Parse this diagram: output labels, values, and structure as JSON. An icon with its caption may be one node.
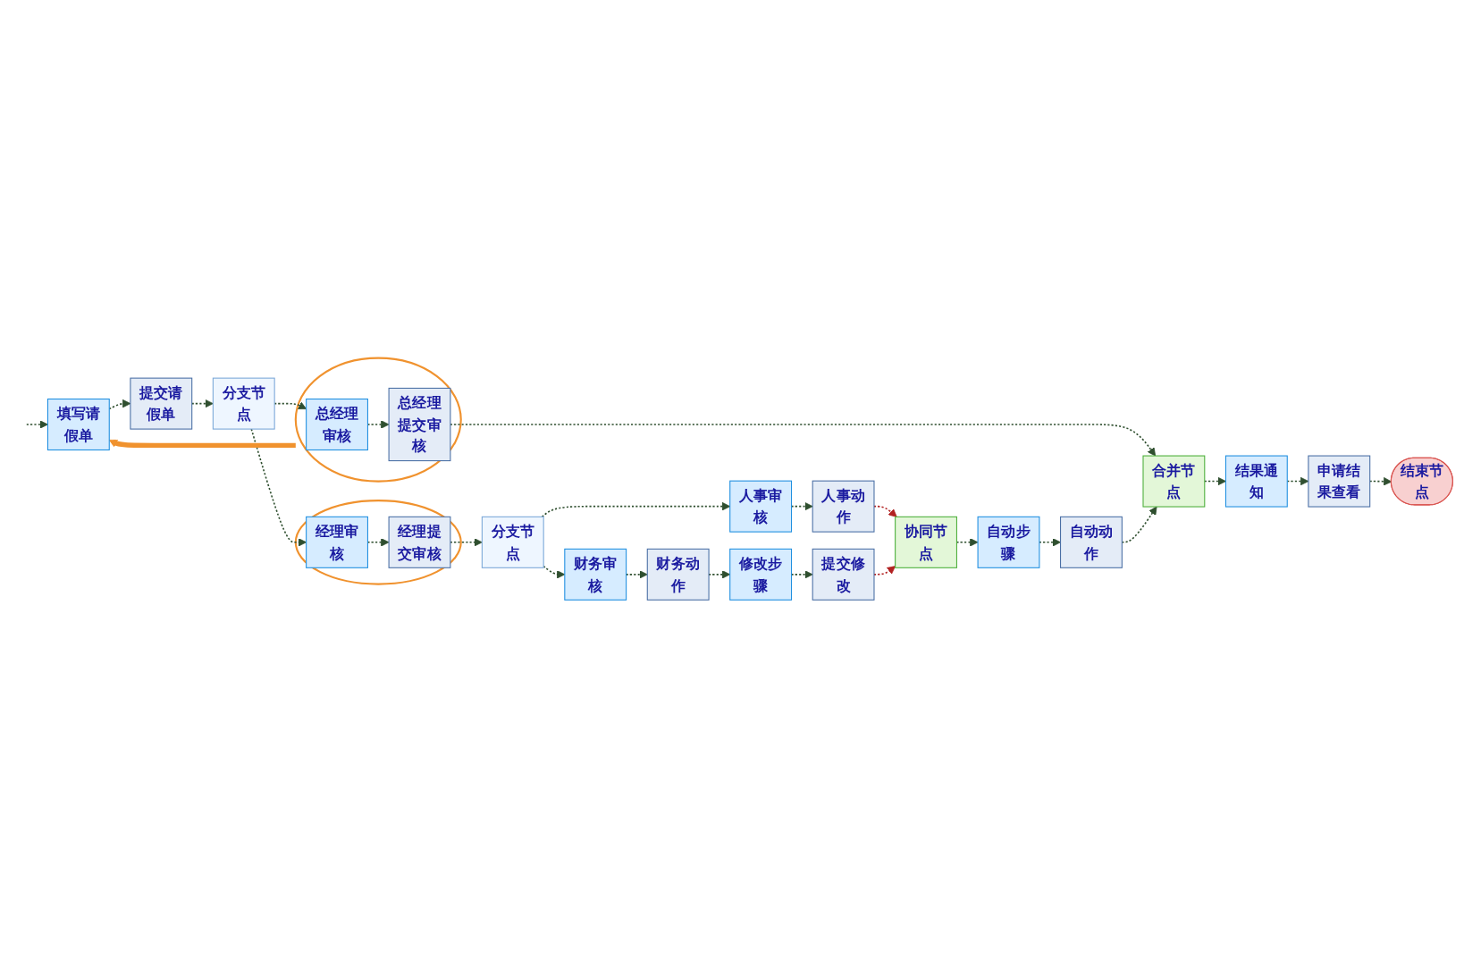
{
  "diagram": {
    "nodes": [
      {
        "text": [
          "填写请假单"
        ]
      },
      {
        "text": [
          "提交请假单"
        ]
      },
      {
        "text": [
          "分支节点"
        ]
      },
      {
        "text": [],
        "shape": "ellipse"
      },
      {
        "text": [
          "总经理审核"
        ],
        "in": 3
      },
      {
        "text": [
          "总经理提交审核"
        ],
        "in": 3
      },
      {
        "text": [
          "合并节点"
        ]
      },
      {
        "text": [],
        "shape": "ellipse"
      },
      {
        "text": [
          "经理审核"
        ],
        "in": 7
      },
      {
        "text": [
          "经理提交审核"
        ],
        "in": 7
      },
      {
        "text": [
          "分支节点"
        ]
      },
      {
        "text": [
          "人事审核"
        ]
      },
      {
        "text": [
          "人事动作"
        ]
      },
      {
        "text": [
          "自动动作"
        ]
      },
      {
        "text": [
          "协同节点"
        ]
      },
      {
        "text": [
          "自动步骤"
        ]
      },
      {
        "text": [
          "结果通知"
        ]
      },
      {
        "text": [
          "财务审核"
        ]
      },
      {
        "text": [
          "财务动作"
        ]
      },
      {
        "text": [
          "修改步骤"
        ]
      },
      {
        "text": [
          "提交修改"
        ]
      },
      {
        "text": [
          "申请结果查看"
        ]
      },
      {
        "text": [
          "结束节点"
        ]
      }
    ],
    "edges": [
      {
        "from": null,
        "to": 0,
        "arrow": "to",
        "style": "dashed"
      },
      {
        "from": 0,
        "to": 1,
        "arrow": "to",
        "style": "dashed"
      },
      {
        "from": 1,
        "to": 2,
        "arrow": "to",
        "style": "dashed"
      },
      {
        "from": 2,
        "to": 4,
        "arrow": "to",
        "style": "dashed"
      },
      {
        "from": 4,
        "to": 5,
        "arrow": "to",
        "style": "dashed"
      },
      {
        "from": 5,
        "to": 6,
        "arrow": "to",
        "style": "dashed"
      },
      {
        "from": 2,
        "to": 8,
        "arrow": "to",
        "style": "dashed"
      },
      {
        "from": 8,
        "to": 9,
        "arrow": "to",
        "style": "dashed"
      },
      {
        "from": 9,
        "to": 10,
        "arrow": "to",
        "style": "dashed"
      },
      {
        "from": 10,
        "to": 11,
        "arrow": "to",
        "style": "dashed"
      },
      {
        "from": 11,
        "to": 12,
        "arrow": "to",
        "style": "dashed"
      },
      {
        "from": 12,
        "to": 14,
        "arrow": "to",
        "style": "dashed",
        "color": "#b22222"
      },
      {
        "from": 10,
        "to": 17,
        "arrow": "to",
        "style": "dashed"
      },
      {
        "from": 17,
        "to": 18,
        "arrow": "to",
        "style": "dashed"
      },
      {
        "from": 18,
        "to": 19,
        "arrow": "to",
        "style": "dashed"
      },
      {
        "from": 19,
        "to": 20,
        "arrow": "to",
        "style": "dashed"
      },
      {
        "from": 20,
        "to": 14,
        "arrow": "to",
        "style": "dashed",
        "color": "#b22222"
      },
      {
        "from": 14,
        "to": 15,
        "arrow": "to",
        "style": "dashed"
      },
      {
        "from": 15,
        "to": 13,
        "arrow": "to",
        "style": "dashed"
      },
      {
        "from": 13,
        "to": 6,
        "arrow": "to",
        "style": "dashed"
      },
      {
        "from": 6,
        "to": 16,
        "arrow": "to",
        "style": "dashed"
      },
      {
        "from": 16,
        "to": 21,
        "arrow": "to",
        "style": "dashed"
      },
      {
        "from": 21,
        "to": 22,
        "arrow": "to",
        "style": "dashed"
      },
      {
        "from": 3,
        "to": 0,
        "arrow": "to",
        "style": "thick",
        "color": "#f0922e"
      }
    ]
  }
}
